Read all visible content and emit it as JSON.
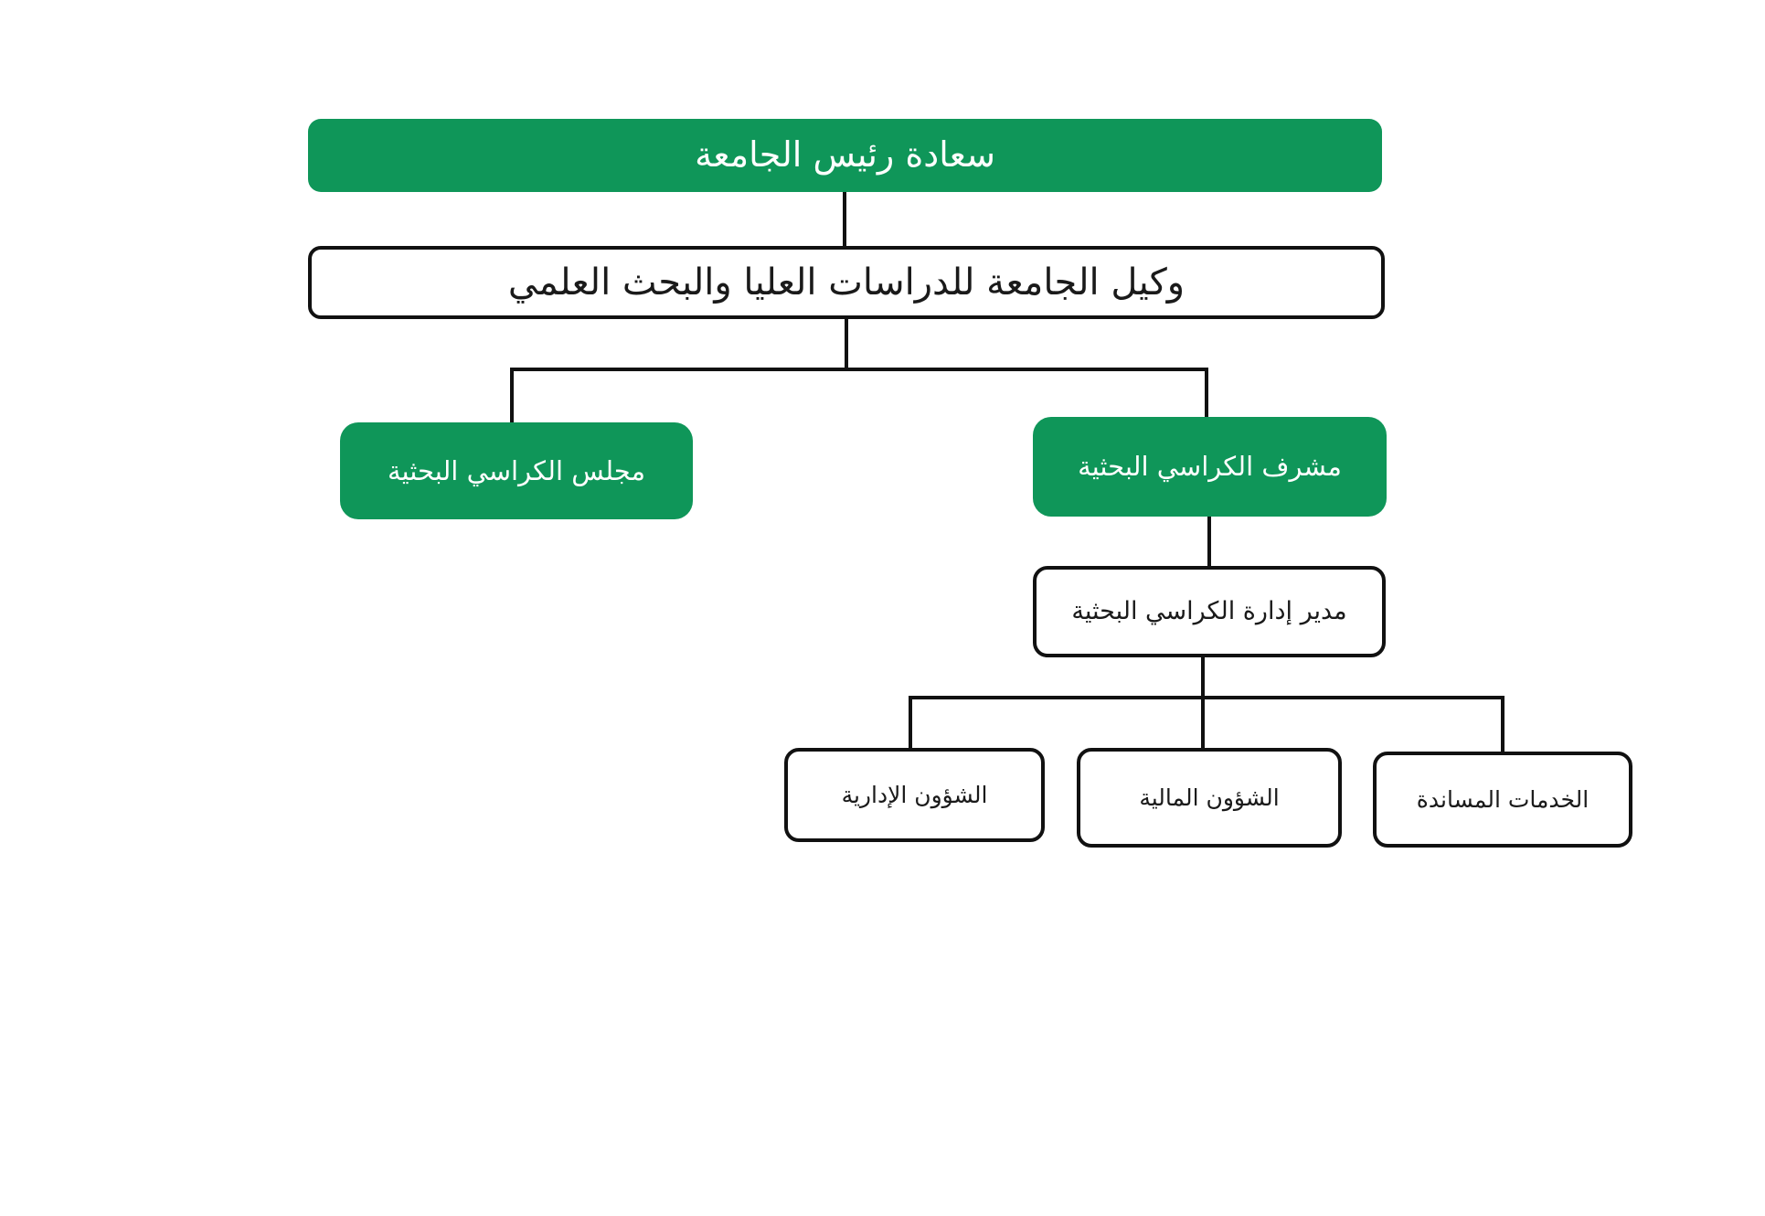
{
  "diagram": {
    "type": "org-chart",
    "direction": "rtl",
    "language": "ar",
    "colors": {
      "node_green": "#0f9659",
      "node_green_text": "#ffffff",
      "node_outline_border": "#111111",
      "node_outline_text": "#1a1a1a",
      "connector_line": "#111111",
      "background": "#ffffff"
    },
    "nodes": {
      "president": {
        "label": "سعادة رئيس الجامعة",
        "style": "green"
      },
      "vice_president": {
        "label": "وكيل الجامعة للدراسات العليا والبحث العلمي",
        "style": "outline"
      },
      "chairs_council": {
        "label": "مجلس الكراسي البحثية",
        "style": "green"
      },
      "chairs_supervisor": {
        "label": "مشرف الكراسي البحثية",
        "style": "green"
      },
      "chairs_director": {
        "label": "مدير إدارة الكراسي البحثية",
        "style": "outline"
      },
      "admin_affairs": {
        "label": "الشؤون الإدارية",
        "style": "outline"
      },
      "financial_affairs": {
        "label": "الشؤون المالية",
        "style": "outline"
      },
      "support_services": {
        "label": "الخدمات المساندة",
        "style": "outline"
      }
    },
    "edges": [
      {
        "from": "president",
        "to": "vice_president"
      },
      {
        "from": "vice_president",
        "to": "chairs_council"
      },
      {
        "from": "vice_president",
        "to": "chairs_supervisor"
      },
      {
        "from": "chairs_supervisor",
        "to": "chairs_director"
      },
      {
        "from": "chairs_director",
        "to": "admin_affairs"
      },
      {
        "from": "chairs_director",
        "to": "financial_affairs"
      },
      {
        "from": "chairs_director",
        "to": "support_services"
      }
    ]
  }
}
